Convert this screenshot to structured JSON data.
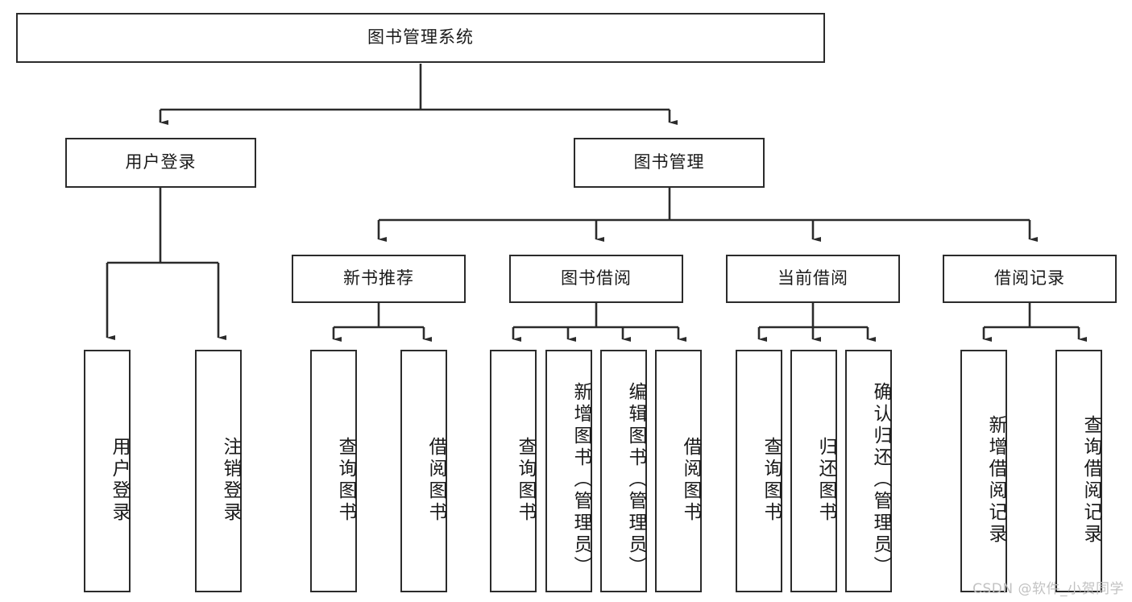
{
  "diagram": {
    "title": "图书管理系统",
    "type": "tree",
    "colors": {
      "box_border": "#2b2b2b",
      "box_fill": "#ffffff",
      "line": "#2b2b2b",
      "text": "#1a1a1a",
      "watermark": "#c2c2c2",
      "background": "#ffffff"
    },
    "watermark": "CSDN @软件_小贺同学",
    "levels": {
      "root": {
        "label": "图书管理系统"
      },
      "level2": [
        {
          "label": "用户登录"
        },
        {
          "label": "图书管理"
        }
      ],
      "level3": [
        {
          "label": "新书推荐"
        },
        {
          "label": "图书借阅"
        },
        {
          "label": "当前借阅"
        },
        {
          "label": "借阅记录"
        }
      ],
      "leaves": {
        "user_login": [
          {
            "label": "用户登录"
          },
          {
            "label": "注销登录"
          }
        ],
        "new_book_recommend": [
          {
            "label": "查询图书"
          },
          {
            "label": "借阅图书"
          }
        ],
        "book_borrow": [
          {
            "label": "查询图书"
          },
          {
            "label": "新增图书（管理员）"
          },
          {
            "label": "编辑图书（管理员）"
          },
          {
            "label": "借阅图书"
          }
        ],
        "current_borrow": [
          {
            "label": "查询图书"
          },
          {
            "label": "归还图书"
          },
          {
            "label": "确认归还（管理员）"
          }
        ],
        "borrow_record": [
          {
            "label": "新增借阅记录"
          },
          {
            "label": "查询借阅记录"
          }
        ]
      }
    }
  }
}
